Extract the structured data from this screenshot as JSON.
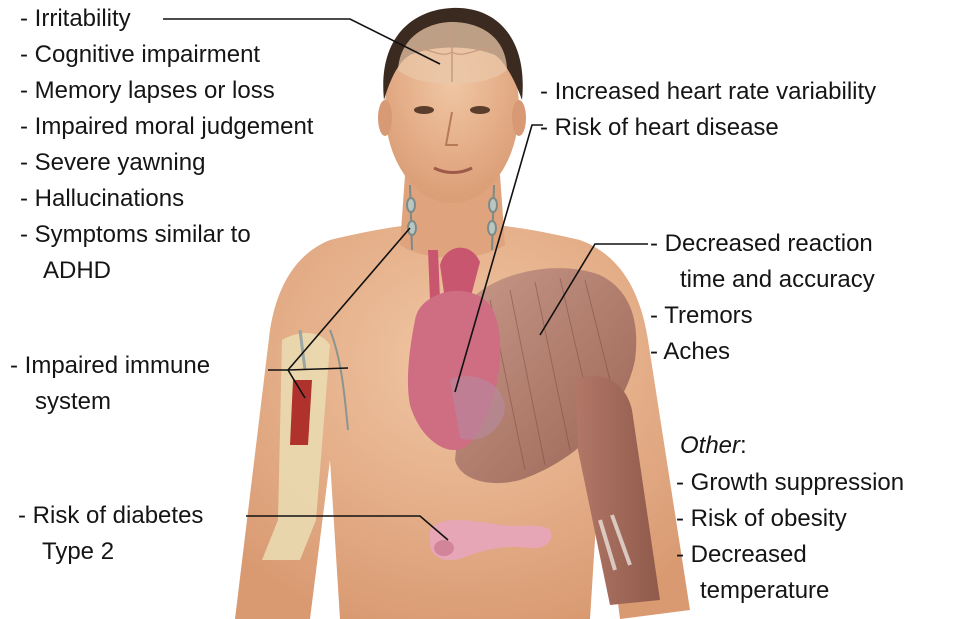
{
  "colors": {
    "skin": "#e8b48e",
    "skin_shadow": "#c98d66",
    "hair": "#3b2a20",
    "muscle": "#b5786a",
    "heart": "#c8566e",
    "pancreas": "#e6a6b6",
    "bone": "#eadab0",
    "marrow": "#b0322e",
    "leader_line": "#111111",
    "text": "#151515"
  },
  "icons": {
    "brain": "brain-icon",
    "heart": "heart-icon",
    "muscle": "shoulder-muscle-icon",
    "pancreas": "pancreas-icon",
    "bone": "arm-bone-icon",
    "lymph": "lymph-node-icon"
  },
  "labels": {
    "brain": [
      "- Irritability",
      "- Cognitive impairment",
      "- Memory lapses or loss",
      "- Impaired moral judgement",
      "- Severe yawning",
      "- Hallucinations",
      "- Symptoms similar to",
      "ADHD"
    ],
    "heart": [
      "- Increased heart rate variability",
      "- Risk of heart disease"
    ],
    "muscle": [
      "- Decreased reaction",
      "time and accuracy",
      "- Tremors",
      "- Aches"
    ],
    "immune": [
      "- Impaired immune",
      "system"
    ],
    "diabetes": [
      "- Risk of diabetes",
      "Type 2"
    ],
    "other": {
      "heading": "Other",
      "colon": ":",
      "items": [
        "- Growth suppression",
        "- Risk of obesity",
        "- Decreased",
        "temperature"
      ]
    }
  }
}
